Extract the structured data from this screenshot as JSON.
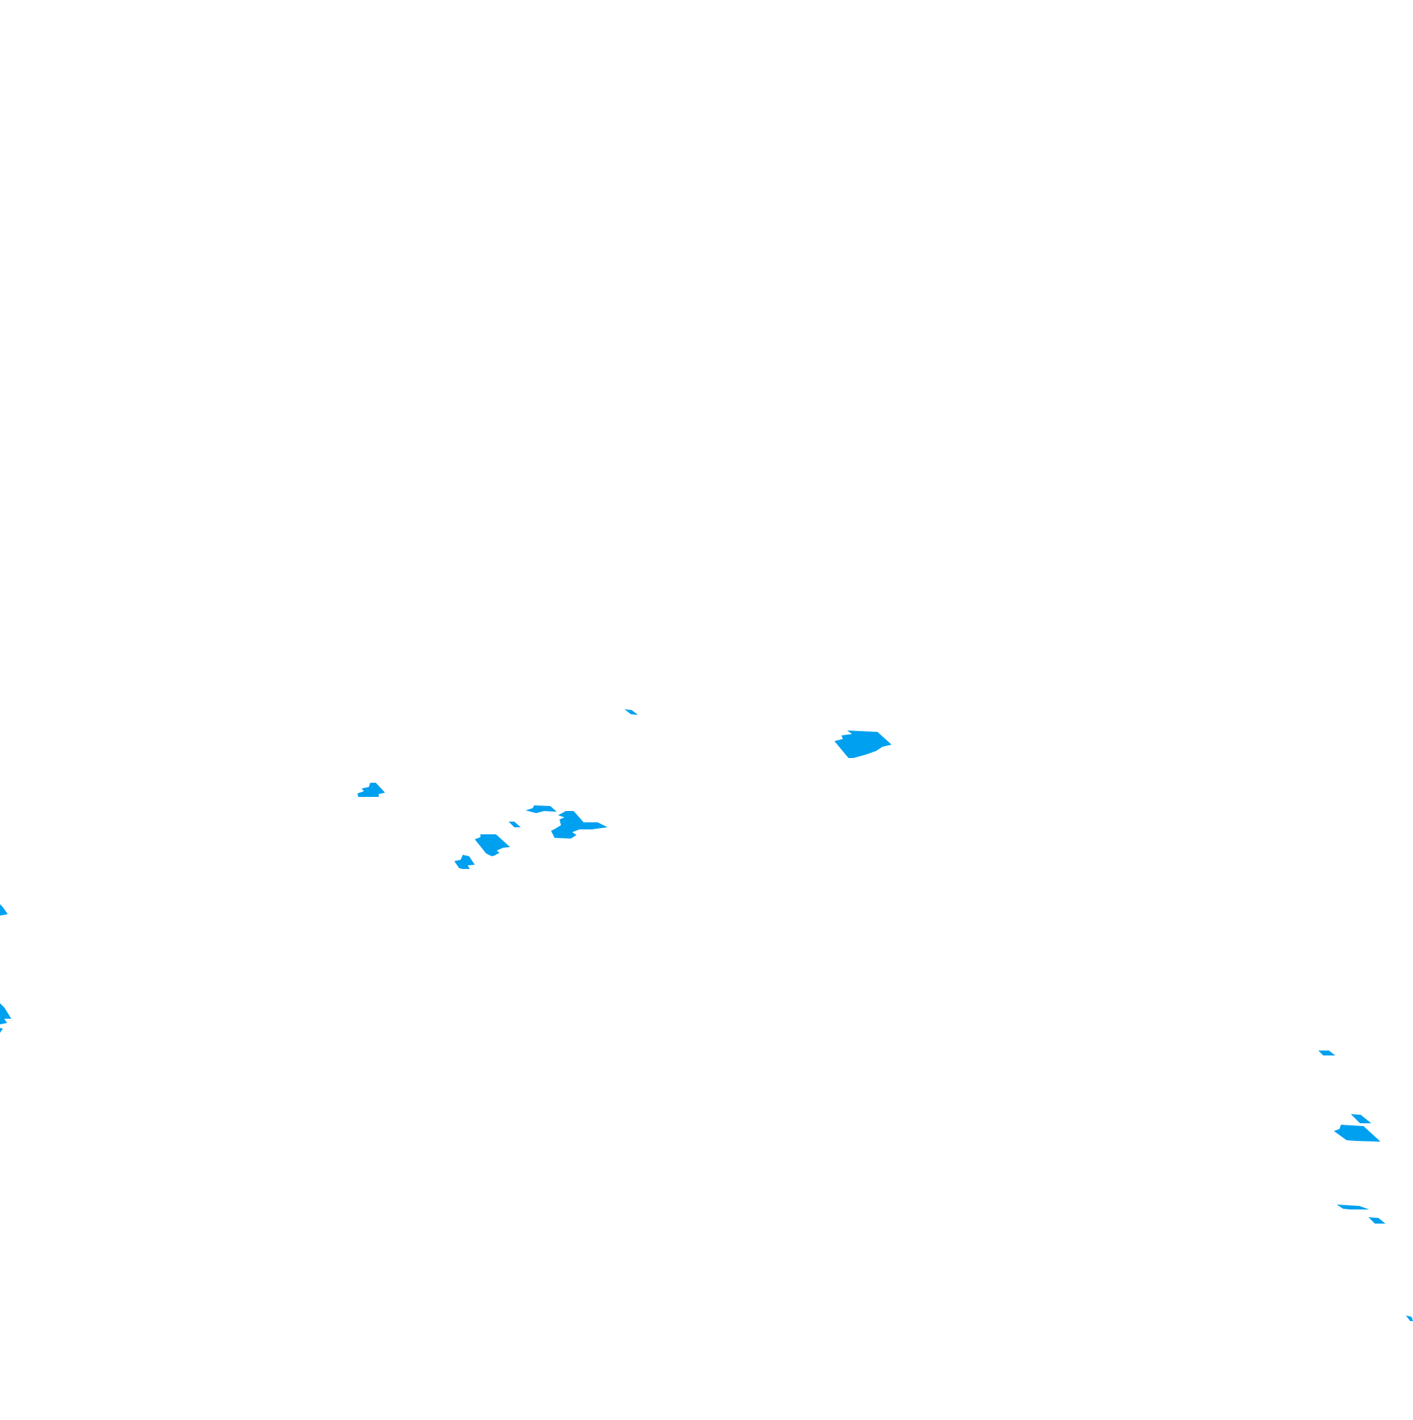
{
  "map": {
    "background_color": "#ffffff",
    "feature_color": "#00a0f0",
    "features": [
      {
        "name": "island-cluster-top-center",
        "kind": "water-fragment"
      },
      {
        "name": "island-cluster-upper-left",
        "kind": "water-fragment"
      },
      {
        "name": "island-cluster-center-left",
        "kind": "water-fragment"
      },
      {
        "name": "island-cluster-center",
        "kind": "water-fragment"
      },
      {
        "name": "island-cluster-far-left",
        "kind": "water-fragment"
      },
      {
        "name": "island-cluster-right",
        "kind": "water-fragment"
      },
      {
        "name": "island-cluster-bottom-right",
        "kind": "water-fragment"
      }
    ]
  }
}
